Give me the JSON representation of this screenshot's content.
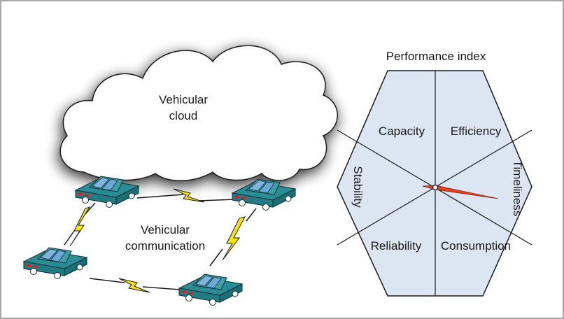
{
  "cloud": {
    "label_line1": "Vehicular",
    "label_line2": "cloud"
  },
  "communication": {
    "label_line1": "Vehicular",
    "label_line2": "communication"
  },
  "performance": {
    "title": "Performance index",
    "segments": {
      "capacity": "Capacity",
      "efficiency": "Efficiency",
      "timeliness": "Timeliness",
      "consumption": "Consumption",
      "reliability": "Reliability",
      "stability": "Stability"
    }
  },
  "colors": {
    "hexagon_fill": "#dbe6f2",
    "car_body": "#2a8c94",
    "car_window": "#6aa8d8",
    "lightning": "#f3e60a",
    "needle": "#e6411e"
  },
  "icons": [
    "cloud-icon",
    "car-icon",
    "lightning-icon",
    "needle-icon"
  ]
}
